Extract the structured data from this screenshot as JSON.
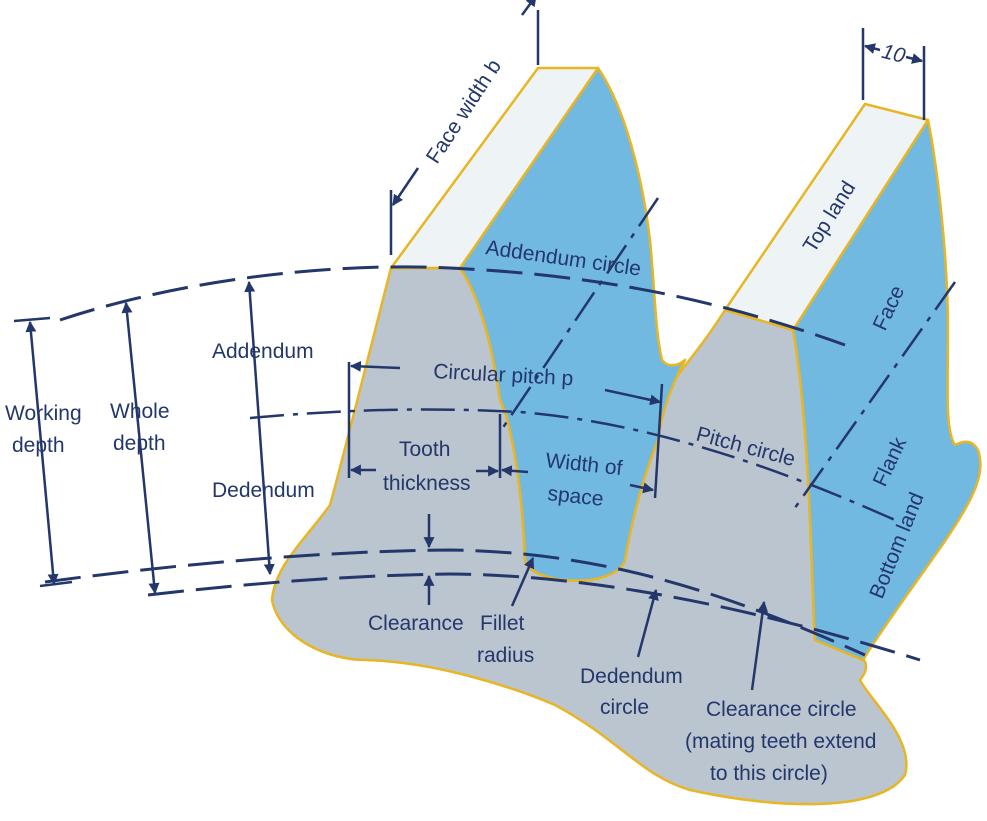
{
  "colors": {
    "body": "#bac5d0",
    "face": "#72b9e1",
    "top_land": "#eef3f6",
    "outline": "#e8b523",
    "lines": "#24376b"
  },
  "labels": {
    "face_width": "Face width b",
    "dim_10": "10",
    "top_land": "Top land",
    "addendum_circle": "Addendum circle",
    "face": "Face",
    "addendum": "Addendum",
    "circular_pitch": "Circular pitch p",
    "pitch_circle": "Pitch circle",
    "flank": "Flank",
    "working_depth_1": "Working",
    "working_depth_2": "depth",
    "whole_depth_1": "Whole",
    "whole_depth_2": "depth",
    "tooth_thickness_1": "Tooth",
    "tooth_thickness_2": "thickness",
    "width_of_space_1": "Width of",
    "width_of_space_2": "space",
    "dedendum": "Dedendum",
    "bottom_land": "Bottom land",
    "clearance": "Clearance",
    "fillet_radius_1": "Fillet",
    "fillet_radius_2": "radius",
    "dedendum_circle_1": "Dedendum",
    "dedendum_circle_2": "circle",
    "clearance_circle_1": "Clearance circle",
    "clearance_circle_2": "(mating teeth extend",
    "clearance_circle_3": "to this circle)"
  }
}
